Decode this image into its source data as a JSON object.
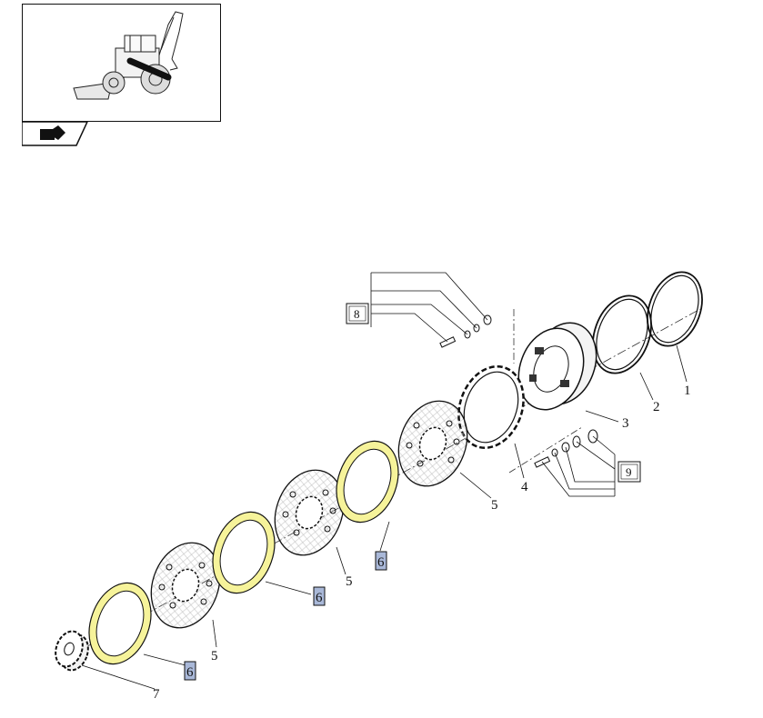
{
  "thumbnail": {
    "icon": "backhoe-loader-icon",
    "nav_icon": "navigation-arrow-icon"
  },
  "callouts": {
    "c1": "1",
    "c2": "2",
    "c3": "3",
    "c4": "4",
    "c5a": "5",
    "c5b": "5",
    "c5c": "5",
    "c6a": "6",
    "c6b": "6",
    "c6c": "6",
    "c7": "7",
    "c8": "8",
    "c9": "9"
  },
  "colors": {
    "highlight_disc": "#f6f39a",
    "highlight_callout": "#a9b8d8",
    "line": "#111111"
  }
}
